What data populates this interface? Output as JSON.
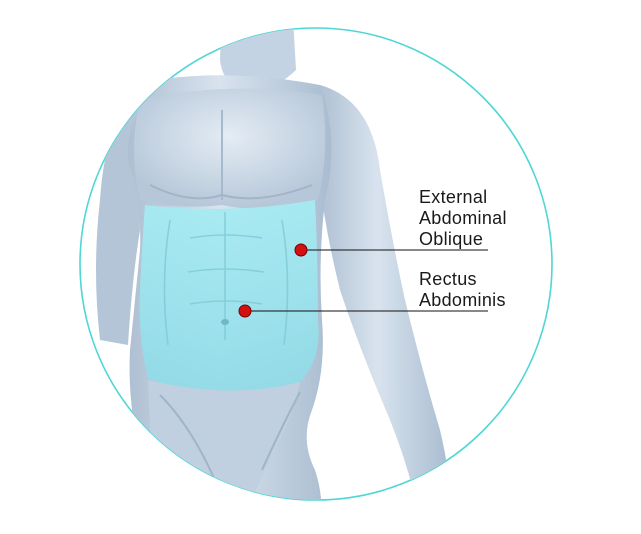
{
  "labels": {
    "external_oblique": [
      "External",
      "Abdominal",
      "Oblique"
    ],
    "rectus": [
      "Rectus",
      "Abdominis"
    ]
  },
  "colors": {
    "circle_border": "#4fd6d6",
    "body_fill": "#c9d8e6",
    "body_shadow": "#9fb3c8",
    "muscle_highlight": "#9fe6ef",
    "marker": "#d31111",
    "leader_line": "#111111"
  }
}
